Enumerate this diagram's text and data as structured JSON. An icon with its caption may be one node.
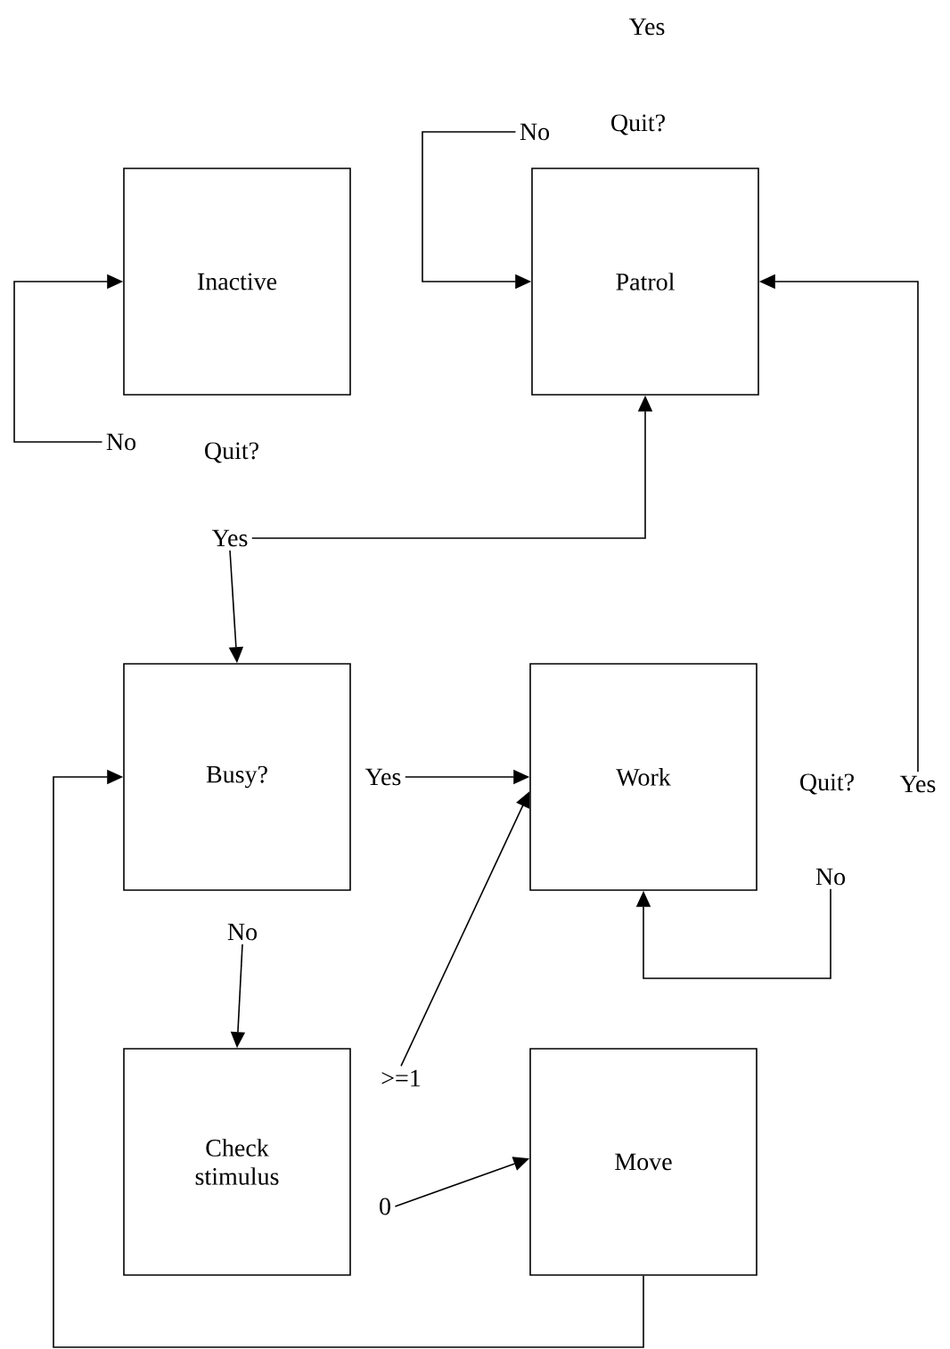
{
  "diagram": {
    "nodes": [
      {
        "text": [
          "No"
        ]
      },
      {
        "text": [
          "Inactive"
        ]
      },
      {
        "text": [
          "Patrol"
        ]
      },
      {
        "text": [
          "No"
        ]
      },
      {
        "text": [
          "Yes"
        ]
      },
      {
        "text": [
          "Busy?"
        ]
      },
      {
        "text": [
          "Yes"
        ]
      },
      {
        "text": [
          "Work"
        ]
      },
      {
        "text": [
          "Yes"
        ]
      },
      {
        "text": [
          "No"
        ]
      },
      {
        "text": [
          "No"
        ]
      },
      {
        "text": [
          "Check stimulus"
        ]
      },
      {
        "text": [
          ">=1"
        ]
      },
      {
        "text": [
          "0"
        ]
      },
      {
        "text": [
          "Move"
        ]
      }
    ],
    "edges": [
      {
        "from": 0,
        "to": 2,
        "arrow": "to"
      },
      {
        "from": 3,
        "to": 1,
        "arrow": "to"
      },
      {
        "from": 4,
        "to": 2,
        "arrow": "to"
      },
      {
        "from": 4,
        "to": 5,
        "arrow": "to"
      },
      {
        "from": 6,
        "to": 7,
        "arrow": "to"
      },
      {
        "from": 8,
        "to": 2,
        "arrow": "to"
      },
      {
        "from": 9,
        "to": 7,
        "arrow": "to"
      },
      {
        "from": 10,
        "to": 11,
        "arrow": "to"
      },
      {
        "from": 12,
        "to": 7,
        "arrow": "to"
      },
      {
        "from": 13,
        "to": 14,
        "arrow": "to"
      },
      {
        "from": 14,
        "to": 5,
        "arrow": "to"
      }
    ],
    "labels": [
      "Yes",
      "Quit?",
      "Quit?",
      "Quit?"
    ]
  }
}
